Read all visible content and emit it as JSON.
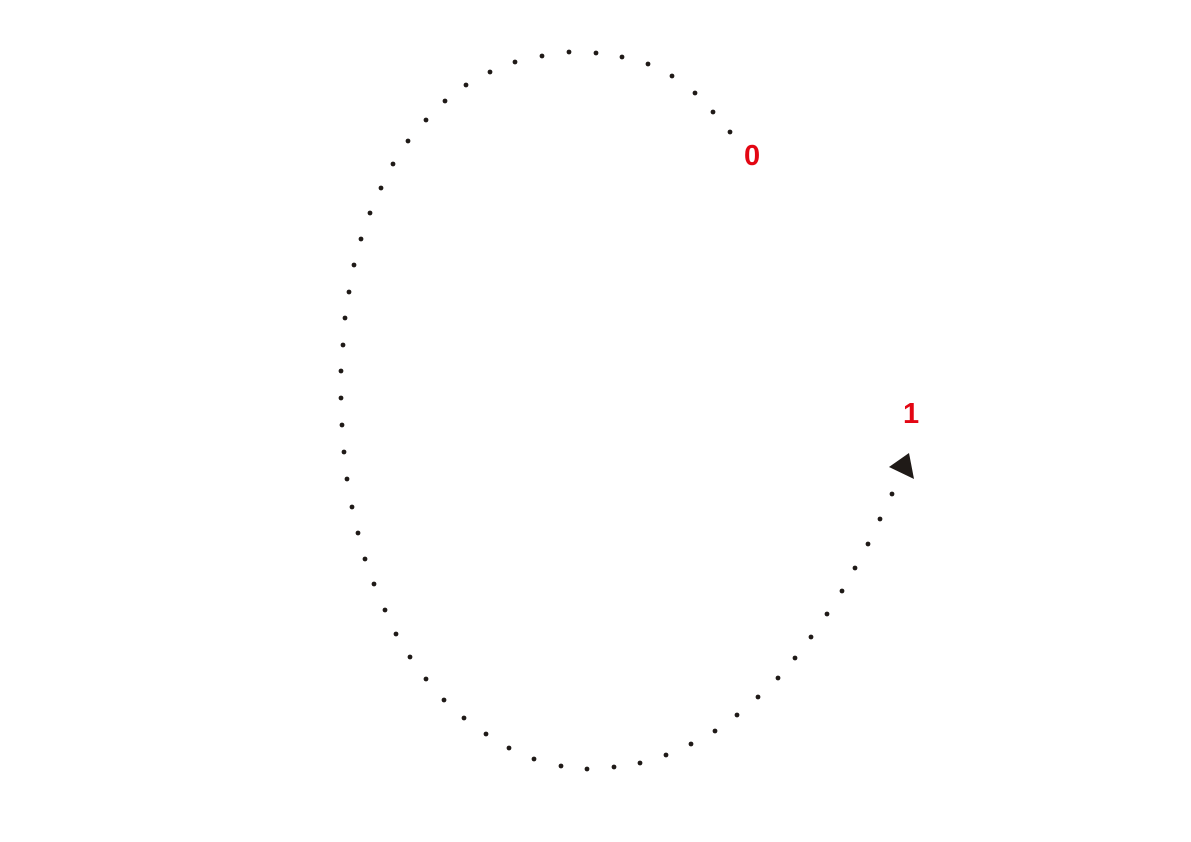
{
  "diagram": {
    "path_style": "dotted",
    "path_color": "#1f1a17",
    "label_color": "#e30613",
    "arrowhead": "end",
    "points": [
      {
        "label": "0",
        "role": "start"
      },
      {
        "label": "1",
        "role": "end"
      }
    ]
  }
}
